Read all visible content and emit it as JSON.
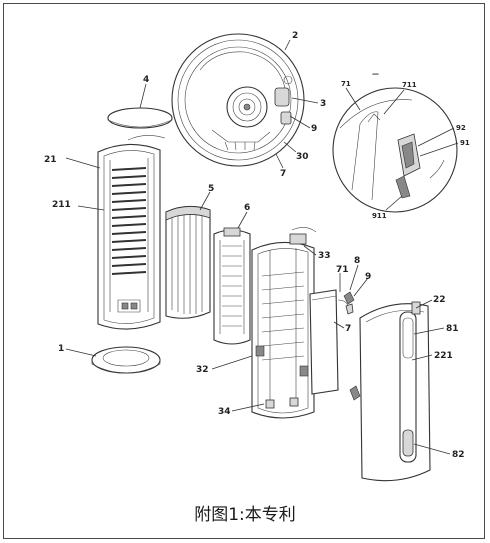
{
  "figure": {
    "caption": "附图1:本专利"
  },
  "labels": {
    "l1": "1",
    "l2": "2",
    "l3": "3",
    "l4": "4",
    "l5": "5",
    "l6": "6",
    "l7a": "7",
    "l7b": "7",
    "l8": "8",
    "l9a": "9",
    "l9b": "9",
    "l21": "21",
    "l211": "211",
    "l22": "22",
    "l221": "221",
    "l30": "30",
    "l32": "32",
    "l33": "33",
    "l34": "34",
    "l71a": "71",
    "l71b": "71",
    "l711": "711",
    "l81": "81",
    "l82": "82",
    "l91": "91",
    "l911": "911",
    "l92": "92"
  }
}
